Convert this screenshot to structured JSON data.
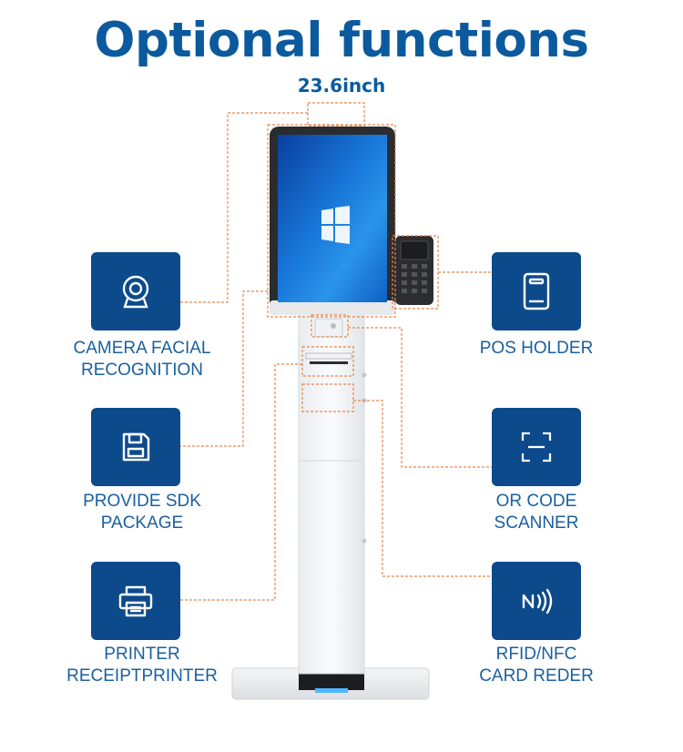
{
  "header": {
    "title": "Optional functions",
    "subtitle": "23.6inch"
  },
  "features": [
    {
      "id": "camera",
      "icon": "webcam-icon",
      "line1": "CAMERA FACIAL",
      "line2": "RECOGNITION"
    },
    {
      "id": "sdk",
      "icon": "floppy-disk-icon",
      "line1": "PROVIDE SDK",
      "line2": "PACKAGE"
    },
    {
      "id": "printer",
      "icon": "printer-icon",
      "line1": "PRINTER",
      "line2": "RECEIPTPRINTER"
    },
    {
      "id": "pos",
      "icon": "pos-terminal-icon",
      "line1": "POS HOLDER",
      "line2": ""
    },
    {
      "id": "qr",
      "icon": "qr-scan-icon",
      "line1": "OR CODE",
      "line2": "SCANNER"
    },
    {
      "id": "rfid",
      "icon": "nfc-icon",
      "line1": "RFID/NFC",
      "line2": "CARD REDER"
    }
  ],
  "colors": {
    "brand": "#0b5a9e",
    "box": "#0c4a8c",
    "connector": "#e8864a",
    "screen": "#1e7fd6"
  }
}
